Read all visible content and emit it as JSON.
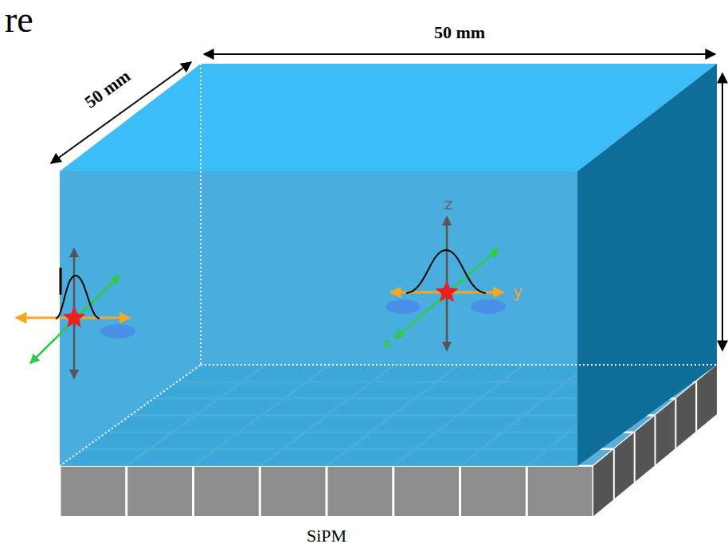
{
  "diagram": {
    "labels": [
      "re",
      "50 mm",
      "50 mm",
      "z",
      "y",
      "x",
      "SiPM"
    ]
  }
}
